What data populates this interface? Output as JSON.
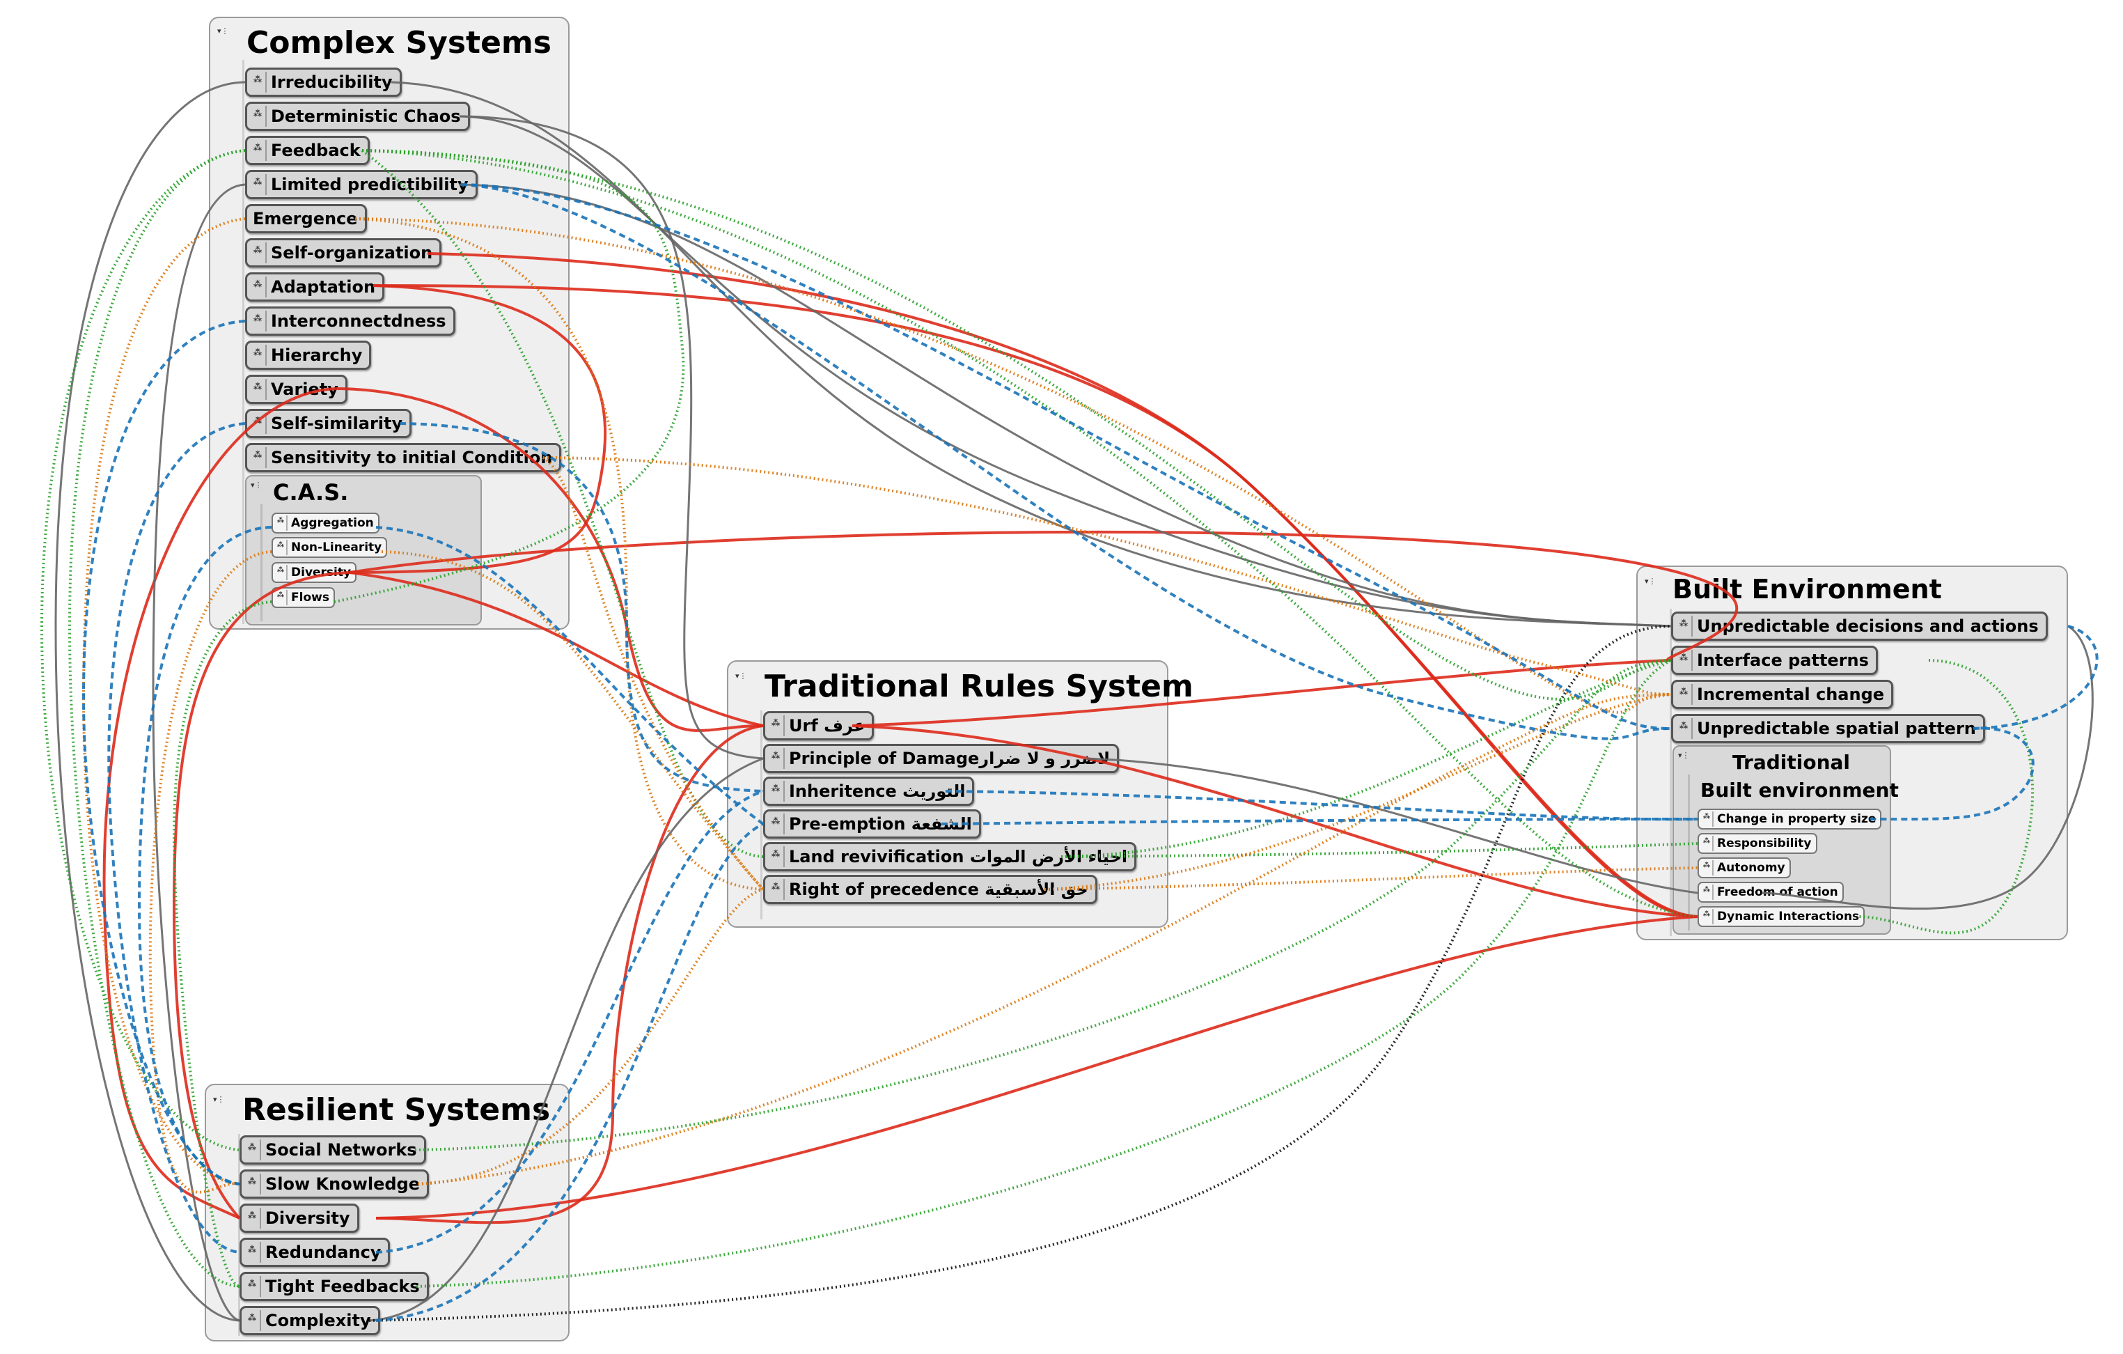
{
  "complex": {
    "title": "Complex Systems",
    "items": [
      "Irreducibility",
      "Deterministic Chaos",
      "Feedback",
      "Limited predictibility",
      "Emergence",
      "Self-organization",
      "Adaptation",
      "Interconnectdness",
      "Hierarchy",
      "Variety",
      "Self-similarity",
      "Sensitivity to initial Condition"
    ],
    "cas": {
      "title": "C.A.S.",
      "items": [
        "Aggregation",
        "Non-Linearity",
        "Diversity",
        "Flows"
      ]
    }
  },
  "trs": {
    "title": "Traditional Rules System",
    "items": [
      "Urf عرف",
      "Principle of Damageلاضرر و لا ضرار",
      "Inheritence التوريث",
      "Pre-emption الشفعة",
      "Land revivification احياء الأرض الموات",
      "Right of precedence حق الأسبقية"
    ]
  },
  "resilient": {
    "title": "Resilient Systems",
    "items": [
      "Social Networks",
      "Slow Knowledge",
      "Diversity",
      "Redundancy",
      "Tight Feedbacks",
      "Complexity"
    ]
  },
  "built": {
    "title": "Built Environment",
    "items": [
      "Unpredictable decisions and actions",
      "Interface patterns",
      "Incremental change",
      "Unpredictable spatial pattern"
    ],
    "tbe": {
      "title1": "Traditional",
      "title2": "Built environment",
      "items": [
        "Change in property size",
        "Responsibility",
        "Autonomy",
        "Freedom of action",
        "Dynamic Interactions"
      ]
    }
  },
  "colors": {
    "red": "#dd2a1b",
    "green": "#2ba12b",
    "orange": "#d9770f",
    "blue": "#1a73b8",
    "gray": "#666666",
    "black": "#111111"
  }
}
